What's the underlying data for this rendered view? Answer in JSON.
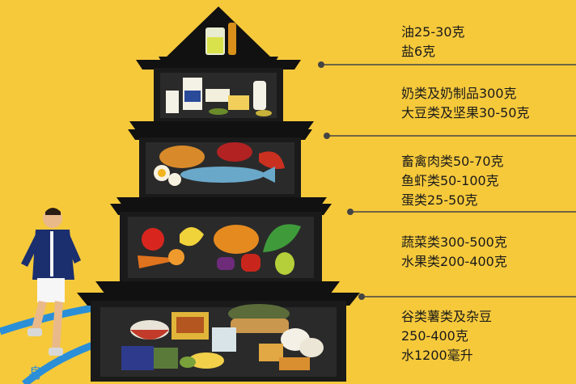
{
  "tiers": [
    {
      "lines": [
        "油25-30克",
        "盐6克"
      ],
      "icons": [
        "oil-bottle-icon",
        "sauce-bottle-icon"
      ]
    },
    {
      "lines": [
        "奶类及奶制品300克",
        "大豆类及坚果30-50克"
      ],
      "icons": [
        "milk-carton-icon",
        "milk-glass-icon",
        "cheese-icon",
        "milk-bottle-icon",
        "beans-icon"
      ]
    },
    {
      "lines": [
        "畜禽肉类50-70克",
        "鱼虾类50-100克",
        "蛋类25-50克"
      ],
      "icons": [
        "roast-chicken-icon",
        "steak-icon",
        "fish-icon",
        "shrimp-icon",
        "egg-icon"
      ]
    },
    {
      "lines": [
        "蔬菜类300-500克",
        "水果类200-400克"
      ],
      "icons": [
        "apple-icon",
        "banana-icon",
        "pumpkin-icon",
        "carrot-icon",
        "leafy-greens-icon",
        "pepper-icon",
        "pear-icon"
      ]
    },
    {
      "lines": [
        "谷类薯类及杂豆",
        "250-400克",
        "水1200毫升"
      ],
      "icons": [
        "rice-bowl-icon",
        "bread-icon",
        "corn-icon",
        "potato-icon",
        "cereal-box-icon",
        "water-bottle-icon"
      ]
    }
  ],
  "runner_caption": "身"
}
